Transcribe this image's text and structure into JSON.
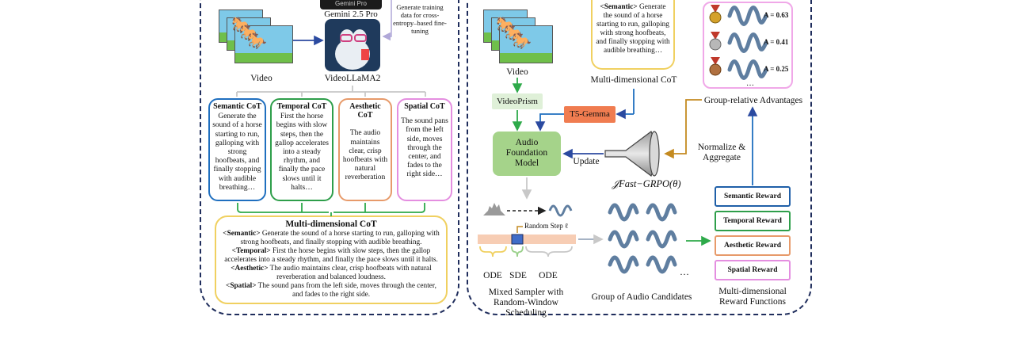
{
  "left": {
    "model_label": "Gemini 2.5 Pro",
    "model_badge": "Gemini Pro",
    "note": "Generate training data for cross-entropy–based fine-tuning",
    "video_label": "Video",
    "videollama_label": "VideoLLaMA2",
    "cots": [
      {
        "title": "Semantic CoT",
        "text": "Generate the sound of a horse starting to run, galloping with strong hoofbeats, and finally stopping with audible breathing…",
        "color": "#1f6fbf"
      },
      {
        "title": "Temporal CoT",
        "text": "First the horse begins with slow steps, then the gallop accelerates into a steady rhythm, and finally the pace slows until it halts…",
        "color": "#2e9e4a"
      },
      {
        "title": "Aesthetic CoT",
        "text": "The audio maintains clear, crisp hoofbeats with natural reverberation",
        "color": "#e79a6a"
      },
      {
        "title": "Spatial CoT",
        "text": "The sound pans from the left side, moves through the center, and fades to the right side…",
        "color": "#e48ee0"
      }
    ],
    "multi": {
      "title": "Multi-dimensional CoT",
      "items": [
        {
          "tag": "<Semantic>",
          "text": " Generate the sound of a horse starting to run, galloping with strong hoofbeats, and finally stopping with audible breathing."
        },
        {
          "tag": "<Temporal>",
          "text": " First the horse begins with slow steps, then the gallop accelerates into a steady rhythm, and finally the pace slows until it halts."
        },
        {
          "tag": "<Aesthetic>",
          "text": " The audio maintains clear, crisp hoofbeats with natural reverberation and balanced loudness."
        },
        {
          "tag": "<Spatial>",
          "text": " The sound pans from the left side, moves through the center, and fades to the right side."
        }
      ]
    }
  },
  "right": {
    "video_label": "Video",
    "videoprism": "VideoPrism",
    "cot_box": {
      "tag": "<Semantic>",
      "text": " Generate the sound of a horse starting to run, galloping with strong hoofbeats, and finally stopping with audible breathing…"
    },
    "cot_caption": "Multi-dimensional CoT",
    "t5": "T5-Gemma",
    "afm": "Audio Foundation Model",
    "update": "Update",
    "objective": "𝒥Fast−GRPO(θ)",
    "normalize": "Normalize & Aggregate",
    "advantages_caption": "Group-relative Advantages",
    "advantages": [
      "A = 0.63",
      "A = 0.41",
      "A = 0.25"
    ],
    "ellipsis": "…",
    "random_step": "Random Step ℓ",
    "seg_labels": [
      "ODE",
      "SDE",
      "ODE"
    ],
    "sampler_caption": "Mixed Sampler with Random-Window Scheduling",
    "group_caption": "Group of  Audio Candidates",
    "rewards": [
      {
        "label": "Semantic Reward",
        "color": "#1f5fa8"
      },
      {
        "label": "Temporal Reward",
        "color": "#2e9e4a"
      },
      {
        "label": "Aesthetic Reward",
        "color": "#e79a6a"
      },
      {
        "label": "Spatial Reward",
        "color": "#e48ee0"
      }
    ],
    "reward_caption": "Multi-dimensional Reward Functions"
  }
}
